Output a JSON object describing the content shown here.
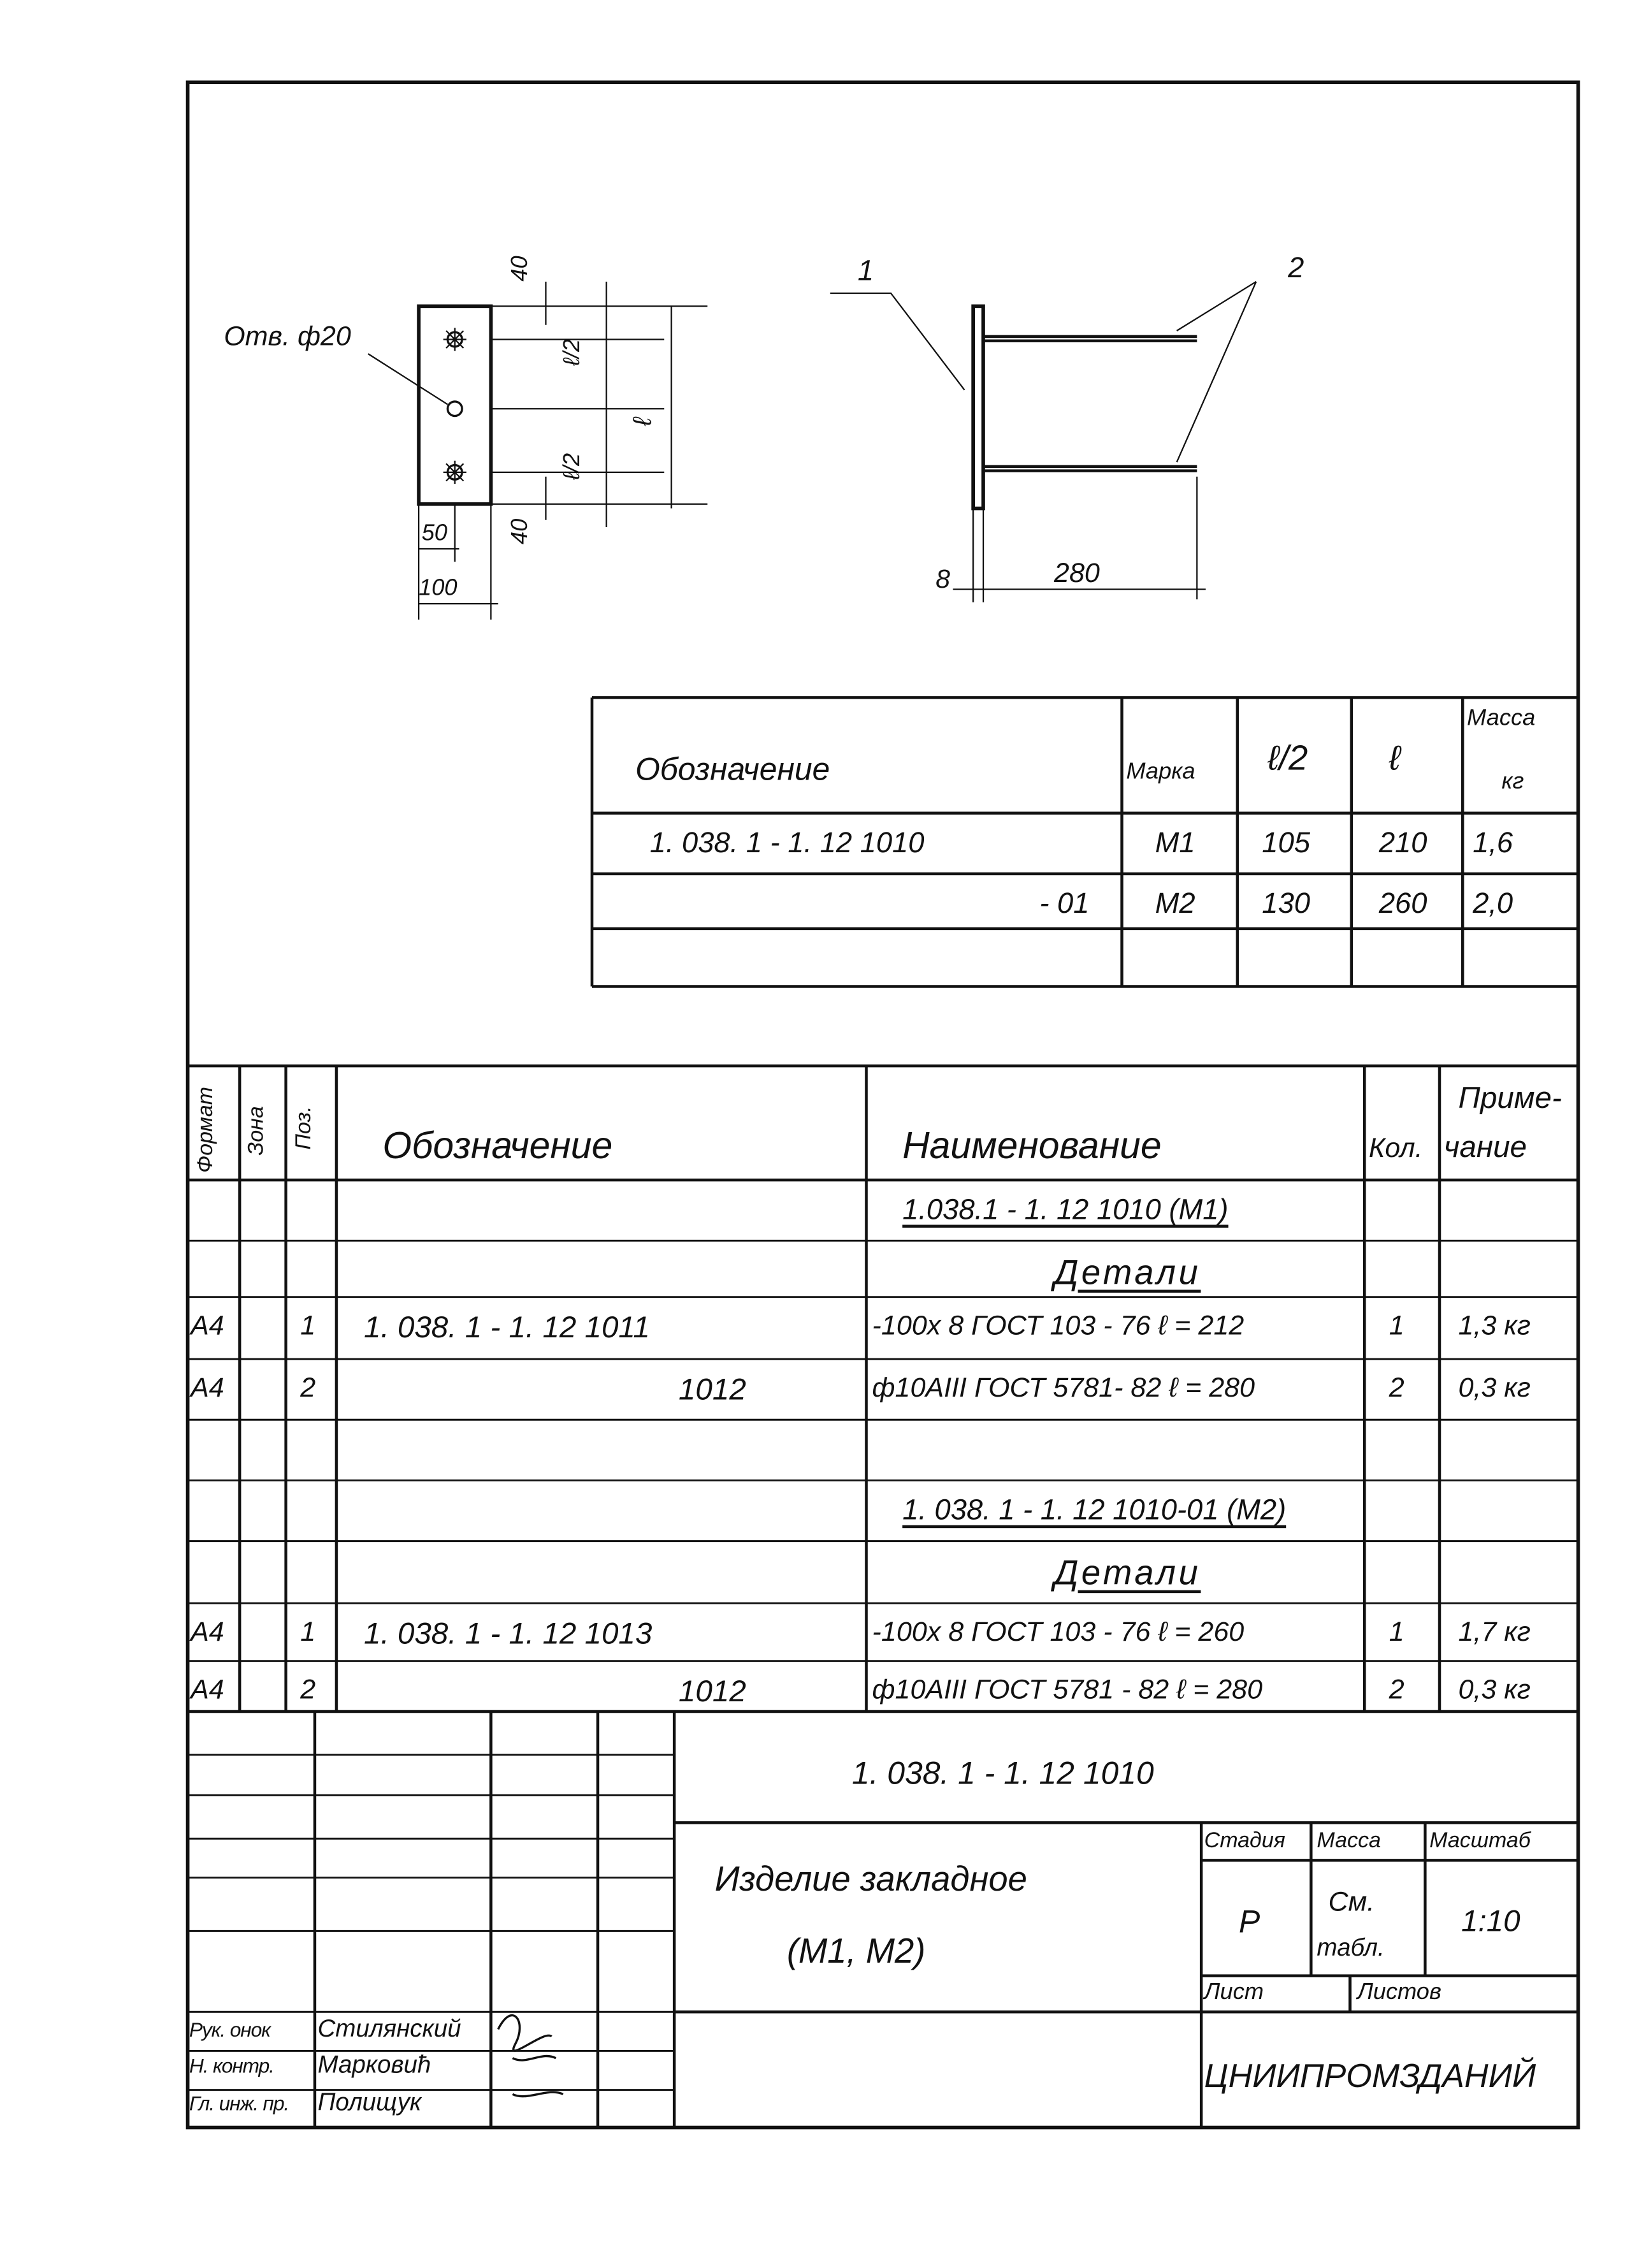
{
  "drawing": {
    "hole_label": "Отв. ф20",
    "dims": {
      "d40_top": "40",
      "l2_top": "ℓ/2",
      "l": "ℓ",
      "l2_bot": "ℓ/2",
      "d40_bot": "40",
      "d50": "50",
      "d100": "100",
      "d8": "8",
      "d280": "280"
    },
    "callouts": {
      "pos1": "1",
      "pos2": "2"
    }
  },
  "mark_table": {
    "headers": [
      "Обозначение",
      "Марка",
      "ℓ/2",
      "ℓ",
      "Масса кг"
    ],
    "mass_header_line1": "Масса",
    "mass_header_line2": "кг",
    "rows": [
      {
        "designation": "1. 038. 1 - 1. 12  1010",
        "mark": "М1",
        "half_l": "105",
        "l": "210",
        "mass": "1,6"
      },
      {
        "designation": "- 01",
        "mark": "М2",
        "half_l": "130",
        "l": "260",
        "mass": "2,0"
      }
    ]
  },
  "spec": {
    "headers": {
      "format": "Формат",
      "zone": "Зона",
      "pos": "Поз.",
      "designation": "Обозначение",
      "name": "Наименование",
      "qty": "Кол.",
      "note1": "Приме-",
      "note2": "чание"
    },
    "rows": [
      {
        "format": "",
        "pos": "",
        "designation": "",
        "name": "1.038.1 - 1. 12  1010 (М1)",
        "qty": "",
        "note": "",
        "style": "heading"
      },
      {
        "format": "",
        "pos": "",
        "designation": "",
        "name": "Детали",
        "qty": "",
        "note": "",
        "style": "section"
      },
      {
        "format": "А4",
        "pos": "1",
        "designation": "1. 038. 1 - 1. 12    1011",
        "name": "-100x 8 ГОСТ 103 - 76  ℓ = 212",
        "qty": "1",
        "note": "1,3 кг"
      },
      {
        "format": "А4",
        "pos": "2",
        "designation": "1012",
        "name": "ф10АIII ГОСТ 5781- 82  ℓ = 280",
        "qty": "2",
        "note": "0,3 кг",
        "right": true
      },
      {
        "format": "",
        "pos": "",
        "designation": "",
        "name": "",
        "qty": "",
        "note": ""
      },
      {
        "format": "",
        "pos": "",
        "designation": "",
        "name": "1. 038. 1 - 1. 12  1010-01 (М2)",
        "qty": "",
        "note": "",
        "style": "heading"
      },
      {
        "format": "",
        "pos": "",
        "designation": "",
        "name": "Детали",
        "qty": "",
        "note": "",
        "style": "section"
      },
      {
        "format": "А4",
        "pos": "1",
        "designation": "1. 038. 1 - 1. 12  1013",
        "name": "-100x 8 ГОСТ 103 - 76  ℓ = 260",
        "qty": "1",
        "note": "1,7 кг"
      },
      {
        "format": "А4",
        "pos": "2",
        "designation": "1012",
        "name": "ф10АIII ГОСТ 5781 - 82  ℓ = 280",
        "qty": "2",
        "note": "0,3 кг",
        "right": true
      }
    ]
  },
  "title_block": {
    "designation": "1. 038. 1 - 1. 12    1010",
    "name_line1": "Изделие   закладное",
    "name_line2": "(М1,  М2)",
    "stage_label": "Стадия",
    "mass_label": "Масса",
    "scale_label": "Масштаб",
    "stage": "Р",
    "mass_line1": "См.",
    "mass_line2": "табл.",
    "scale": "1:10",
    "sheet_label": "Лист",
    "sheets_label": "Листов",
    "organization": "ЦНИИПРОМЗДАНИЙ",
    "signers": [
      {
        "role": "Рук. онок",
        "name": "Стилянский"
      },
      {
        "role": "Н. контр.",
        "name": "Марковић"
      },
      {
        "role": "Гл. инж. пр.",
        "name": "Полищук"
      }
    ]
  }
}
